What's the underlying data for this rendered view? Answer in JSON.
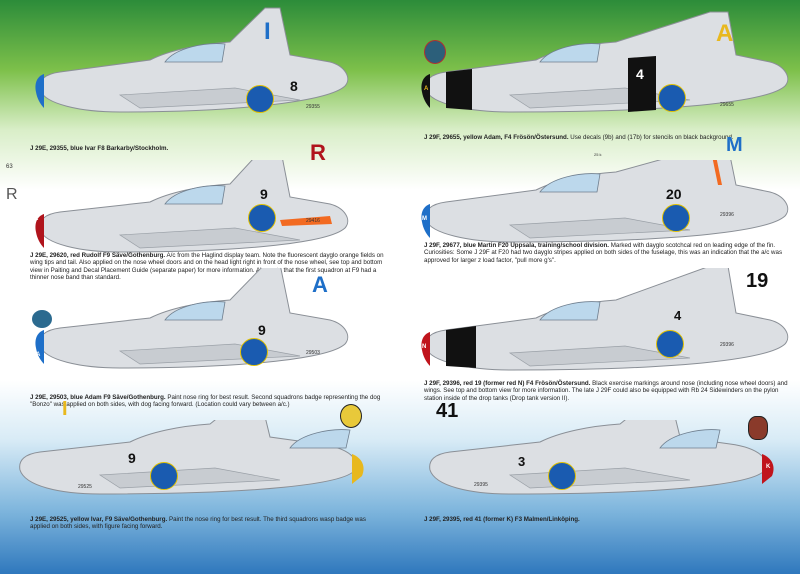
{
  "aircraft": [
    {
      "id_label": "J 29E, 29355, blue Ivar F8 Barkarby/Stockholm.",
      "rest": "",
      "serial": "29355",
      "fuselage_code": "8",
      "tail_letter": "I",
      "nose_letter": "",
      "side_letter": "",
      "tail_color": "#1e6fc8",
      "nose_color": "#1e6fc8",
      "extra_label": ""
    },
    {
      "id_label": "J 29E, 29620, red Rudolf F9 Säve/Gothenburg.",
      "rest": "A/c from the Haglind display team. Note the fluorescent dayglo orange fields on wing tips and tail. Also applied on the nose wheel doors and on the head light right in front of the nose wheel, see top and bottom view in Paiting and Decal Placement Guide (separate paper) for more information. Also note that the first squadron at F9 had a thinner nose band than standard.",
      "serial": "29416",
      "fuselage_code": "9",
      "tail_letter": "R",
      "nose_letter": "R",
      "side_letter": "R",
      "tail_color": "#b0141c",
      "nose_color": "#b0141c",
      "extra_label": "63"
    },
    {
      "id_label": "J 29E, 29503, blue Adam F9 Säve/Gothenburg.",
      "rest": "Paint nose ring for best result. Second squadrons badge representing the dog \"Bonzo\" was applied on both sides, with dog facing forward. (Location could vary between a/c.)",
      "serial": "29503",
      "fuselage_code": "9",
      "tail_letter": "A",
      "nose_letter": "A",
      "side_letter": "",
      "tail_color": "#1e6fc8",
      "nose_color": "#1e6fc8",
      "extra_label": ""
    },
    {
      "id_label": "J 29E, 29525, yellow Ivar, F9 Säve/Gothenburg.",
      "rest": "Paint the nose ring for best result. The third squadrons wasp badge was applied on both sides, with figure facing forward.",
      "serial": "29525",
      "fuselage_code": "9",
      "tail_letter": "I",
      "nose_letter": "",
      "side_letter": "",
      "tail_color": "#e8b81e",
      "nose_color": "#e8b81e",
      "extra_label": ""
    },
    {
      "id_label": "J 29F, 29655, yellow Adam, F4 Frösön/Östersund.",
      "rest": "Use decals (9b) and (17b) for stencils on black background.",
      "serial": "29655",
      "fuselage_code": "4",
      "tail_letter": "A",
      "nose_letter": "A",
      "side_letter": "",
      "tail_color": "#e8b81e",
      "nose_color": "#e8b81e",
      "extra_label": ""
    },
    {
      "id_label": "J 29F, 29677, blue Martin F20 Uppsala, training/school division.",
      "rest": "Marked with dayglo scotchcal red on leading edge of the fin. Curiosities: Some J 29F at F20 had two dayglo stripes applied on both sides of the fuselage, this was an indication that the a/c was approved for larger z load factor, \"pull more g's\".",
      "serial": "29396",
      "fuselage_code": "20",
      "tail_letter": "M",
      "nose_letter": "M",
      "side_letter": "",
      "tail_color": "#1e6fc8",
      "nose_color": "#1e6fc8",
      "extra_label": "25 k"
    },
    {
      "id_label": "J 29F, 29396, red 19 (former red N) F4 Frösön/Östersund.",
      "rest": "Black exercise markings around nose (including nose wheel doors) and wings. See top and bottom view for more information. The late J 29F could also be equipped with Rb 24 Sidewinders on the pylon station inside of the drop tanks (Drop tank version II).",
      "serial": "29396",
      "fuselage_code": "4",
      "tail_letter": "19",
      "nose_letter": "N",
      "side_letter": "",
      "tail_color": "#111111",
      "nose_color": "#c0141c",
      "extra_label": ""
    },
    {
      "id_label": "J 29F, 29395, red 41 (former K) F3 Malmen/Linköping.",
      "rest": "",
      "serial": "29395",
      "fuselage_code": "3",
      "tail_letter": "41",
      "nose_letter": "K",
      "side_letter": "",
      "tail_color": "#111111",
      "nose_color": "#c0141c",
      "extra_label": ""
    }
  ]
}
